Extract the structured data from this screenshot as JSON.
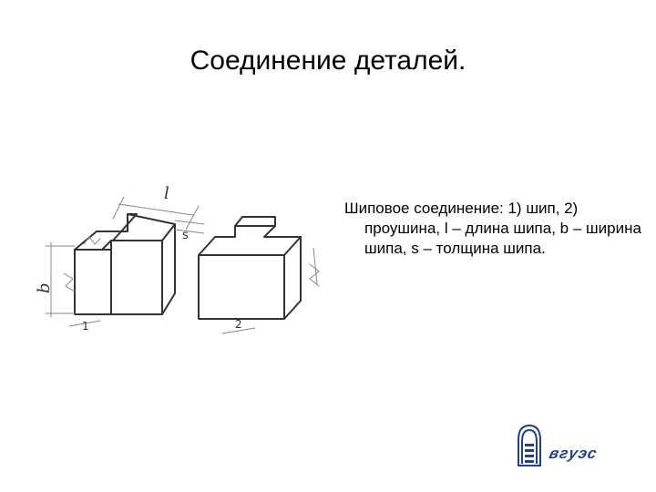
{
  "slide": {
    "title": "Соединение деталей.",
    "body_text": "Шиповое соединение: 1) шип, 2) проушина, l – длина шипа, b – ширина шипа, s – толщина шипа."
  },
  "drawing": {
    "label_l": "l",
    "label_b": "b",
    "label_s": "s",
    "label_part1": "1",
    "label_part2": "2"
  },
  "logo": {
    "text": "вгуэс",
    "color": "#1f3f96"
  }
}
